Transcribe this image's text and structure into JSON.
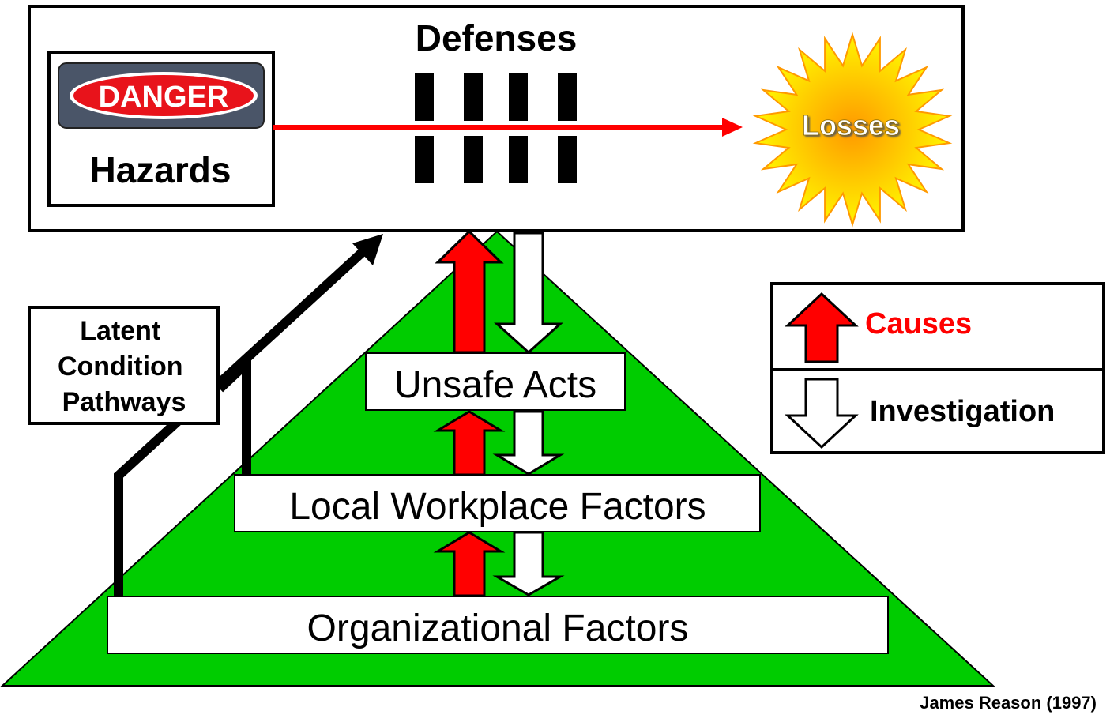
{
  "top": {
    "defenses_title": "Defenses",
    "danger_sign": "DANGER",
    "hazards_label": "Hazards",
    "losses_label": "Losses"
  },
  "pyramid": {
    "levels": [
      "Unsafe Acts",
      "Local Workplace Factors",
      "Organizational Factors"
    ]
  },
  "latent": {
    "line1": "Latent",
    "line2": "Condition",
    "line3": "Pathways"
  },
  "legend": {
    "causes_label": "Causes",
    "investigation_label": "Investigation"
  },
  "citation": "James Reason (1997)",
  "colors": {
    "pyramid_green": "#00cc00",
    "causes_red": "#ff0000",
    "danger_red": "#e8131b",
    "sign_slate": "#4a5568",
    "losses_yellow": "#ffff00",
    "losses_orange": "#ff9900"
  }
}
